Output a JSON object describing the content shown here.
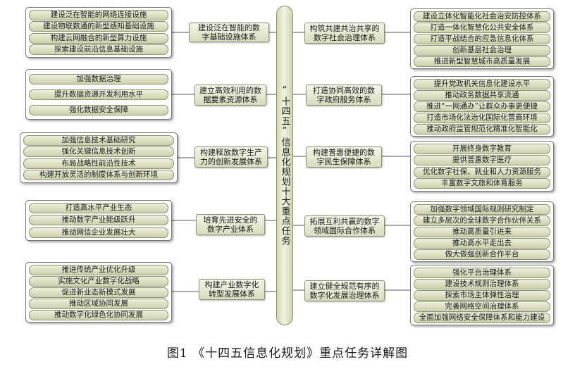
{
  "spine_title": "“十四五”信息化规划十大重点任务",
  "left": [
    {
      "category": [
        "建设泛在智能的数",
        "字基础设施体系"
      ],
      "items": [
        "建设泛在智能的网络连接设施",
        "建设物联数通的新型感知基础设施",
        "构建云网融合的新型算力设施",
        "探索建设前沿信息基础设施"
      ]
    },
    {
      "category": [
        "建立高效利用的数",
        "据要素资源体系"
      ],
      "items": [
        "加强数据治理",
        "提升数据资源开发利用水平",
        "强化数据安全保障"
      ]
    },
    {
      "category": [
        "构建释放数字生产",
        "力的创新发展体系"
      ],
      "items": [
        "加强信息技术基础研究",
        "强化关键信息技术创新",
        "布局战略性前沿性技术",
        "构建开放灵活的制度体系与创新环境"
      ]
    },
    {
      "category": [
        "培育先进安全的",
        "数字产业体系"
      ],
      "items": [
        "打造高水平产业生态",
        "推动数字产业能级跃升",
        "推动网信企业发展壮大"
      ]
    },
    {
      "category": [
        "构建产业数字化",
        "转型发展体系"
      ],
      "items": [
        "推进传统产业优化升级",
        "实施文化产业数字化战略",
        "促进新业态新模式发展",
        "推动区域协同发展",
        "推动数字化绿色化协同发展"
      ]
    }
  ],
  "right": [
    {
      "category": [
        "构筑共建共治共享的",
        "数字社会治理体系"
      ],
      "items": [
        "建设立体化智能化社会治安防控体系",
        "打造一体化智慧化公共安全体系",
        "打造平战结合的应急信息化体系",
        "创新基层社会治理",
        "推进新型智慧城市高质量发展"
      ]
    },
    {
      "category": [
        "打造协同高效的数",
        "字政府服务体系"
      ],
      "items": [
        "提升党政机关信息化建设水平",
        "推动政务数据共享流通",
        "推进“一网通办”让群众办事更便捷",
        "打造市场化法治化国际化营商环境",
        "推动政府监管规范化精准化智能化"
      ]
    },
    {
      "category": [
        "构建普惠便捷的数",
        "字民生保障体系"
      ],
      "items": [
        "开展终身数字教育",
        "提供普惠数字医疗",
        "优化数字社保、就业和人力资源服务",
        "丰富数字文旅和体育服务"
      ]
    },
    {
      "category": [
        "拓展互利共赢的数字",
        "领域国际合作体系"
      ],
      "items": [
        "加强数字领域国际规则研究制定",
        "建立多层次的全球数字合作伙伴关系",
        "推动高质量引进来",
        "推动高水平走出去",
        "做大做强创新合作平台"
      ]
    },
    {
      "category": [
        "建立健全规范有序的",
        "数字化发展治理体系"
      ],
      "items": [
        "强化平台治理体系",
        "建设技术规则治理体系",
        "探索市场主体弹性治理",
        "完善网络空间治理体系",
        "全面加强网络安全保障体系和能力建设"
      ]
    }
  ],
  "caption": "图1 《十四五信息化规划》重点任务详解图"
}
